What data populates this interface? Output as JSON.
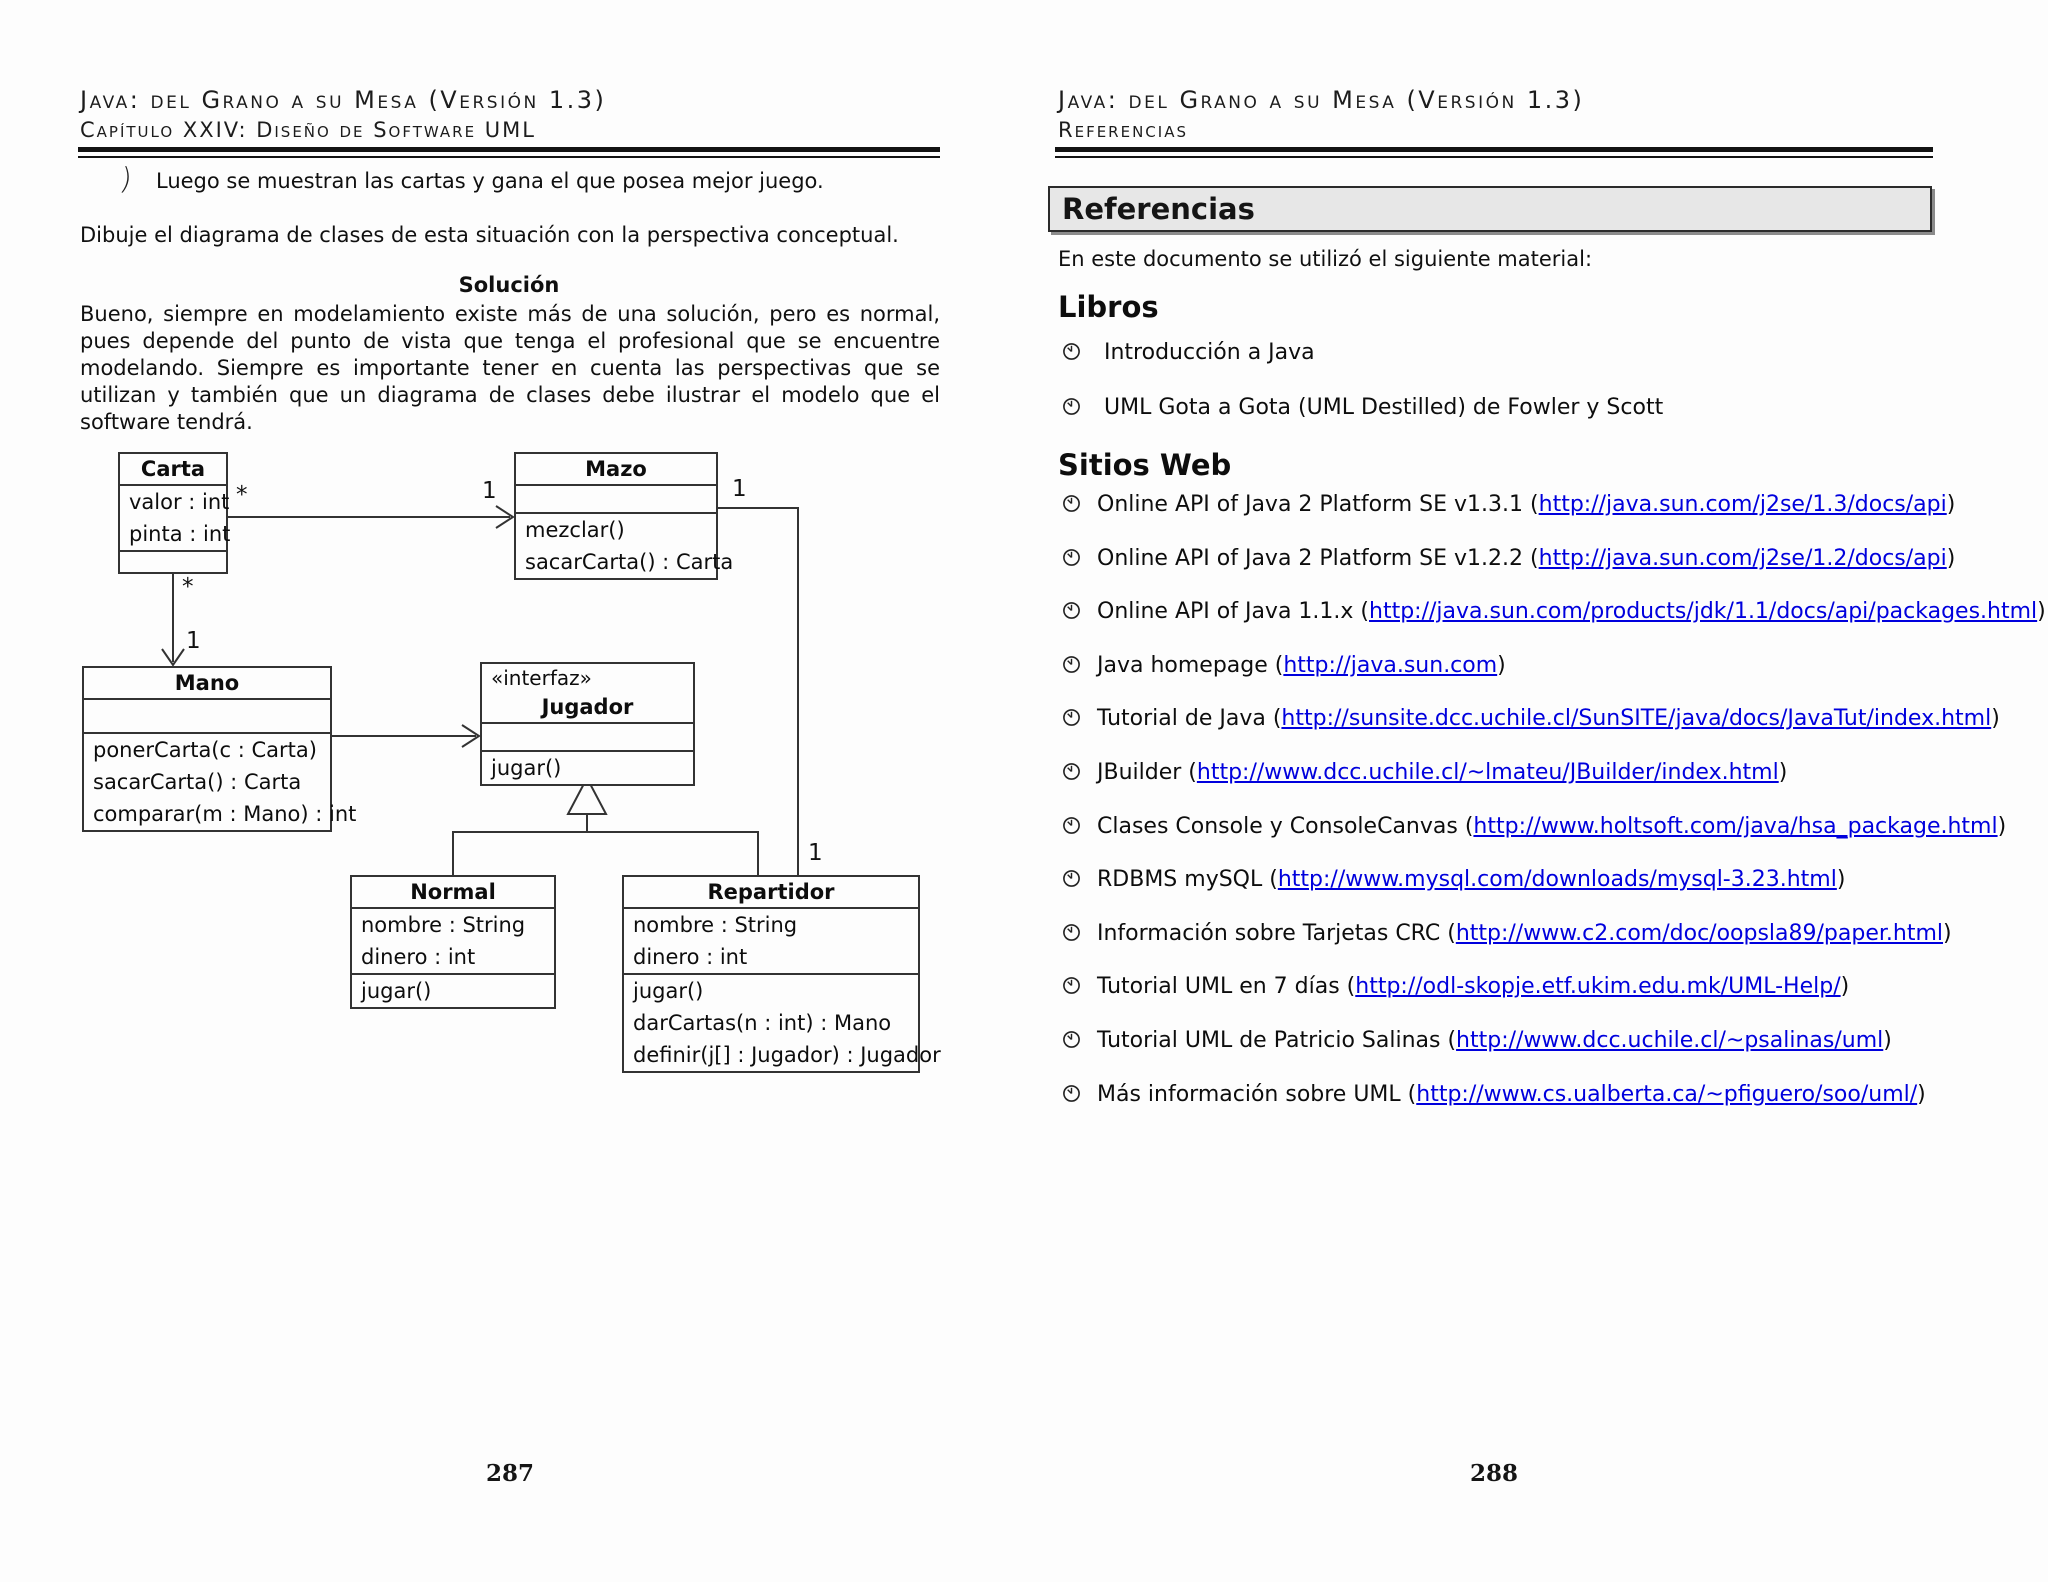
{
  "icons": {
    "list_bullet": "clock-face",
    "left_bullet": "curved-paren"
  },
  "colors": {
    "link_blue": "#0000dd",
    "heading_box_bg": "#e7e7e7",
    "rule_black": "#131313"
  },
  "left_page": {
    "header": {
      "title": "Java: del Grano a su Mesa (Versión 1.3)",
      "subtitle": "Capítulo XXIV: Diseño de Software UML"
    },
    "bullet_glyph": ")",
    "bullet_item": "Luego se muestran las cartas y gana el que posea mejor juego.",
    "intro": "Dibuje el diagrama de clases de esta situación con la perspectiva conceptual.",
    "solution_heading": "Solución",
    "solution_paragraph": "Bueno, siempre en modelamiento existe más de una solución, pero es normal, pues depende del punto de vista que tenga el profesional que se encuentre modelando. Siempre es importante tener en cuenta las perspectivas que se utilizan y también que un diagrama de clases debe ilustrar el modelo que el software tendrá.",
    "page_number": "287",
    "diagram": {
      "classes": {
        "carta": {
          "name": "Carta",
          "attr1": "valor : int",
          "attr2": "pinta : int"
        },
        "mazo": {
          "name": "Mazo",
          "method1": "mezclar()",
          "method2": "sacarCarta() : Carta"
        },
        "mano": {
          "name": "Mano",
          "method1": "ponerCarta(c : Carta)",
          "method2": "sacarCarta() : Carta",
          "method3": "comparar(m : Mano) : int"
        },
        "jugador": {
          "stereotype": "«interfaz»",
          "name": "Jugador",
          "method1": "jugar()"
        },
        "normal": {
          "name": "Normal",
          "attr1": "nombre : String",
          "attr2": "dinero : int",
          "method1": "jugar()"
        },
        "repartidor": {
          "name": "Repartidor",
          "attr1": "nombre : String",
          "attr2": "dinero : int",
          "method1": "jugar()",
          "method2": "darCartas(n : int) : Mano",
          "method3": "definir(j[] : Jugador) : Jugador"
        }
      },
      "labels": {
        "carta_mazo_source": "*",
        "carta_mazo_target": "1",
        "carta_mano_source": "*",
        "carta_mano_target": "1",
        "mazo_repartidor_source": "1",
        "mazo_repartidor_target": "1"
      }
    }
  },
  "right_page": {
    "header": {
      "title": "Java: del Grano a su Mesa (Versión 1.3)",
      "subtitle": "Referencias"
    },
    "section_title": "Referencias",
    "intro": "En este documento se utilizó el siguiente material:",
    "books_heading": "Libros",
    "books": [
      "Introducción a Java",
      "UML Gota a Gota (UML Destilled) de Fowler y Scott"
    ],
    "websites_heading": "Sitios Web",
    "websites": [
      {
        "text": "Online API of Java 2 Platform SE v1.3.1",
        "url": "http://java.sun.com/j2se/1.3/docs/api"
      },
      {
        "text": "Online API of Java 2 Platform SE v1.2.2",
        "url": "http://java.sun.com/j2se/1.2/docs/api"
      },
      {
        "text": "Online API of Java 1.1.x",
        "url": "http://java.sun.com/products/jdk/1.1/docs/api/packages.html"
      },
      {
        "text": "Java homepage",
        "url": "http://java.sun.com"
      },
      {
        "text": "Tutorial de Java",
        "url": "http://sunsite.dcc.uchile.cl/SunSITE/java/docs/JavaTut/index.html"
      },
      {
        "text": "JBuilder",
        "url": "http://www.dcc.uchile.cl/~lmateu/JBuilder/index.html"
      },
      {
        "text": "Clases Console y ConsoleCanvas",
        "url": "http://www.holtsoft.com/java/hsa_package.html"
      },
      {
        "text": "RDBMS mySQL",
        "url": "http://www.mysql.com/downloads/mysql-3.23.html"
      },
      {
        "text": "Información sobre Tarjetas CRC",
        "url": "http://www.c2.com/doc/oopsla89/paper.html"
      },
      {
        "text": "Tutorial UML en 7 días",
        "url": "http://odl-skopje.etf.ukim.edu.mk/UML-Help/"
      },
      {
        "text": "Tutorial UML de Patricio Salinas",
        "url": "http://www.dcc.uchile.cl/~psalinas/uml"
      },
      {
        "text": "Más información sobre UML",
        "url": "http://www.cs.ualberta.ca/~pfiguero/soo/uml/"
      }
    ],
    "page_number": "288"
  }
}
